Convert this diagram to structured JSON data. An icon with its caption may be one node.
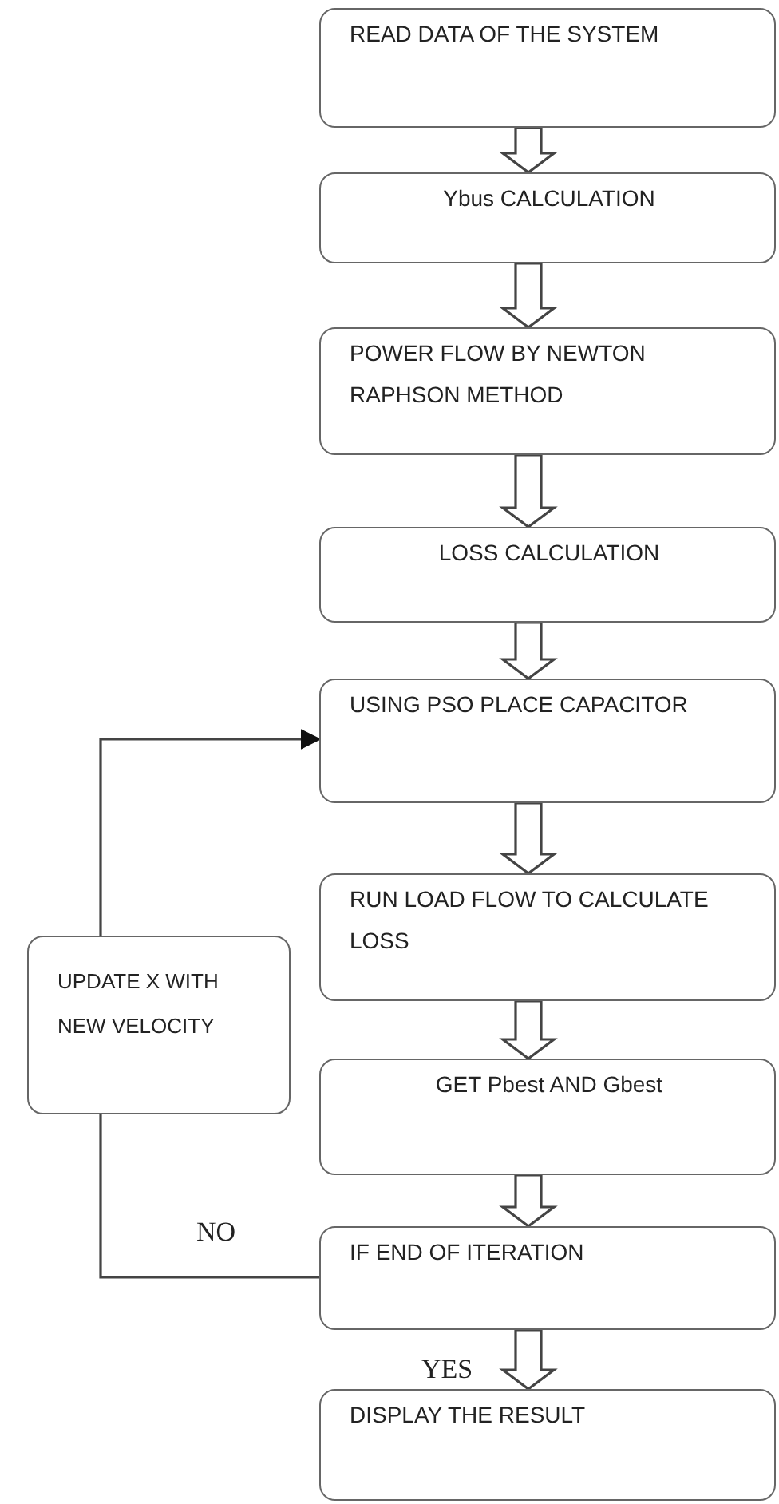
{
  "diagram": {
    "nodes": [
      {
        "text": [
          "READ DATA OF THE SYSTEM"
        ]
      },
      {
        "text": [
          "Ybus CALCULATION"
        ]
      },
      {
        "text": [
          "POWER FLOW BY NEWTON RAPHSON METHOD"
        ]
      },
      {
        "text": [
          "LOSS CALCULATION"
        ]
      },
      {
        "text": [
          "USING PSO PLACE CAPACITOR"
        ]
      },
      {
        "text": [
          "RUN LOAD FLOW TO CALCULATE LOSS"
        ]
      },
      {
        "text": [
          "GET Pbest AND Gbest"
        ]
      },
      {
        "text": [
          "IF END OF ITERATION"
        ]
      },
      {
        "text": [
          "DISPLAY THE RESULT"
        ]
      },
      {
        "text": [
          "UPDATE X WITH NEW VELOCITY"
        ]
      }
    ],
    "edges": [
      {
        "from": 0,
        "to": 1,
        "arrow": "to"
      },
      {
        "from": 1,
        "to": 2,
        "arrow": "to"
      },
      {
        "from": 2,
        "to": 3,
        "arrow": "to"
      },
      {
        "from": 3,
        "to": 4,
        "arrow": "to"
      },
      {
        "from": 4,
        "to": 5,
        "arrow": "to"
      },
      {
        "from": 5,
        "to": 6,
        "arrow": "to"
      },
      {
        "from": 6,
        "to": 7,
        "arrow": "to"
      },
      {
        "from": 7,
        "to": 8,
        "arrow": "to",
        "label": "YES"
      },
      {
        "from": 7,
        "to": 9,
        "arrow": "none",
        "label": "NO"
      },
      {
        "from": 9,
        "to": 4,
        "arrow": "to"
      }
    ]
  }
}
